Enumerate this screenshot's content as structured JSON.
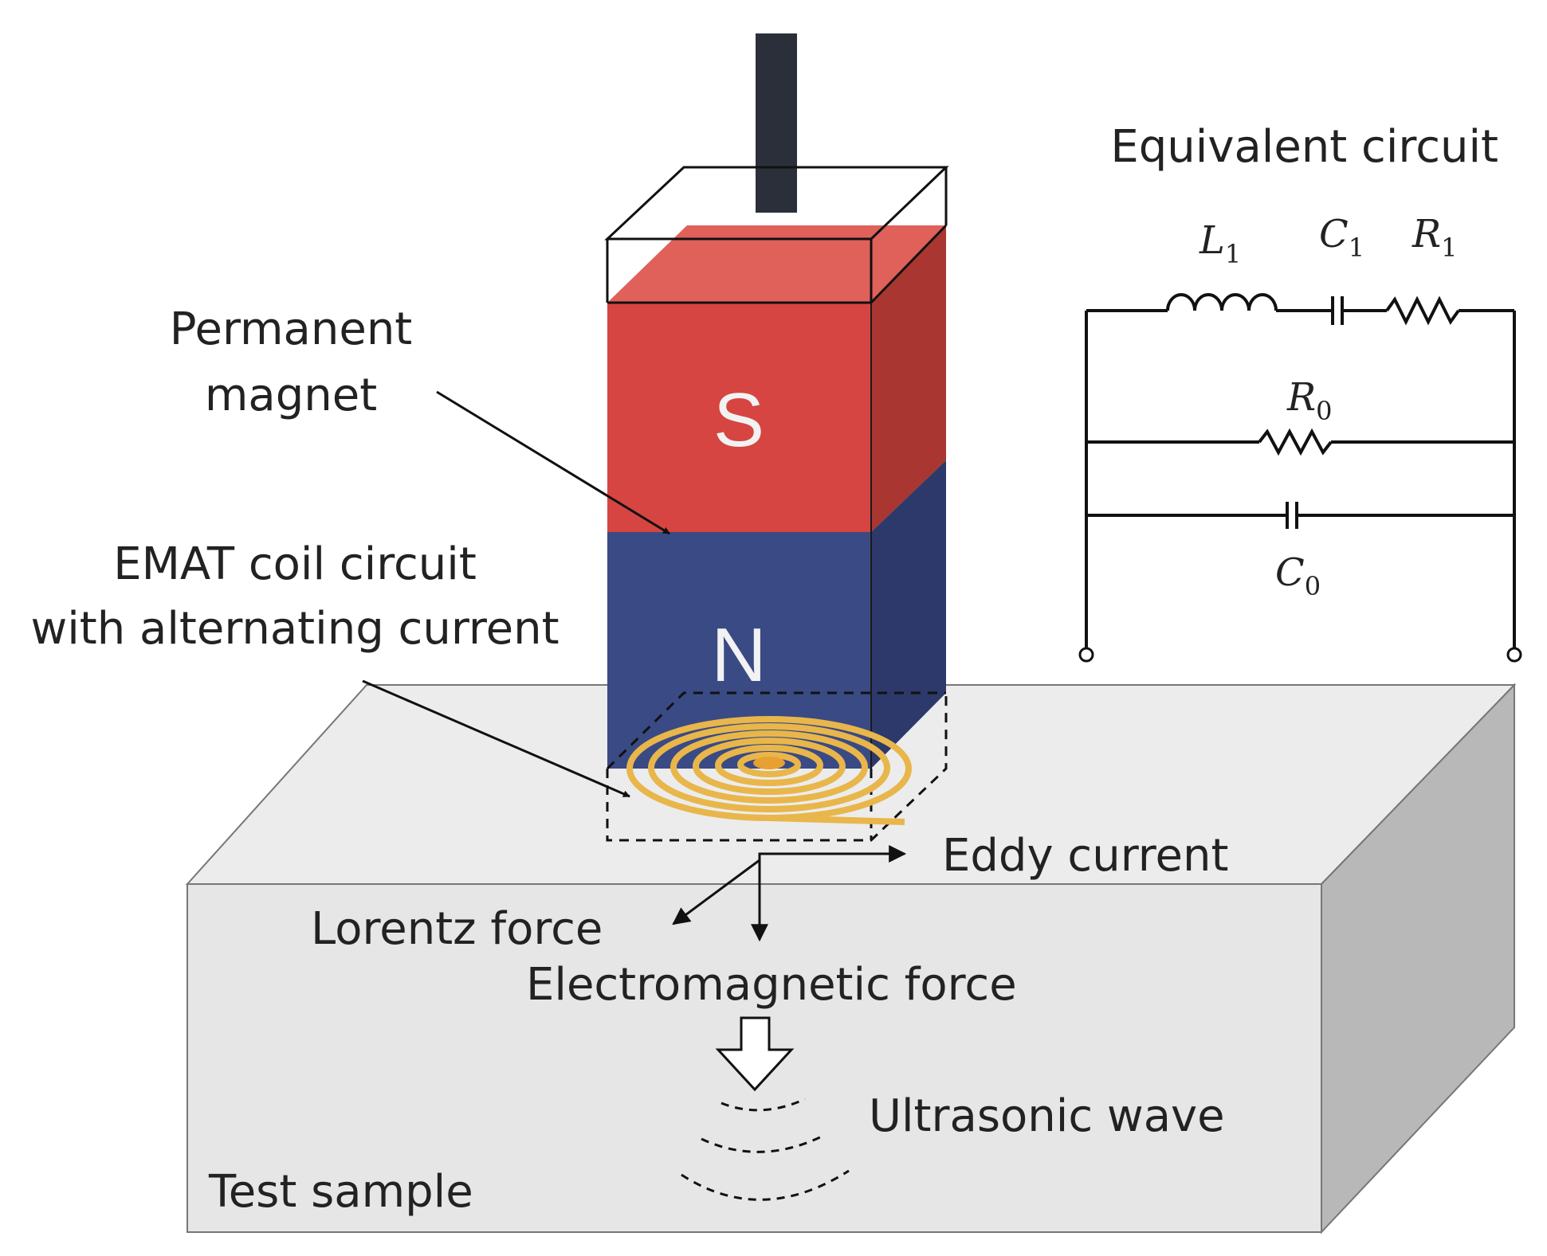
{
  "labels": {
    "equivalent_circuit": "Equivalent circuit",
    "permanent_line1": "Permanent",
    "permanent_line2": "magnet",
    "emat_line1": "EMAT coil circuit",
    "emat_line2": "with alternating current",
    "eddy_current": "Eddy current",
    "lorentz_force": "Lorentz force",
    "electromagnetic_force": "Electromagnetic force",
    "ultrasonic_wave": "Ultrasonic wave",
    "test_sample": "Test sample",
    "pole_s": "S",
    "pole_n": "N"
  },
  "circuit": {
    "L1": {
      "sym": "L",
      "sub": "1"
    },
    "C1": {
      "sym": "C",
      "sub": "1"
    },
    "R1": {
      "sym": "R",
      "sub": "1"
    },
    "R0": {
      "sym": "R",
      "sub": "0"
    },
    "C0": {
      "sym": "C",
      "sub": "0"
    }
  },
  "colors": {
    "magnet_south_front": "#d64541",
    "magnet_south_top": "#e0605a",
    "magnet_south_side": "#a93630",
    "magnet_north_front": "#3a4a84",
    "magnet_north_side": "#2c396a",
    "rod": "#2b2f3a",
    "coil": "#e8b64a",
    "sample_front": "#e6e6e6",
    "sample_top": "#ececec",
    "sample_side": "#b8b8b8",
    "pole_text": "#f2f2f2"
  }
}
